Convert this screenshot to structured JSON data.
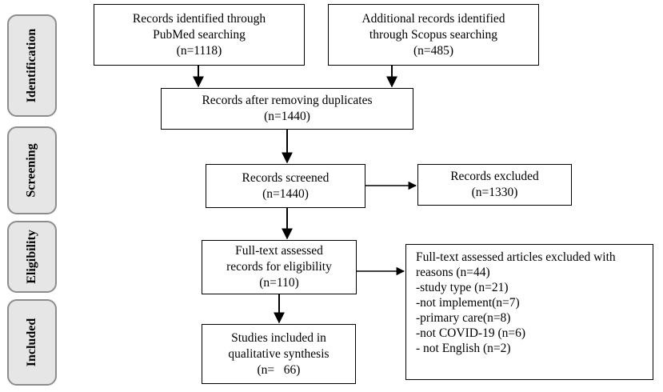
{
  "stages": {
    "identification": "Identification",
    "screening": "Screening",
    "eligibility": "Eligibility",
    "included": "Included"
  },
  "boxes": {
    "pubmed": {
      "line1": "Records identified through",
      "line2": "PubMed searching",
      "line3": "(n=1118)"
    },
    "scopus": {
      "line1": "Additional records identified",
      "line2": "through Scopus searching",
      "line3": "(n=485)"
    },
    "duplicates": {
      "line1": "Records after removing duplicates",
      "line2": "(n=1440)"
    },
    "screened": {
      "line1": "Records screened",
      "line2": "(n=1440)"
    },
    "excluded": {
      "line1": "Records excluded",
      "line2": "(n=1330)"
    },
    "fulltext": {
      "line1": "Full-text assessed",
      "line2": "records for eligibility",
      "line3": "(n=110)"
    },
    "fulltext_excluded": {
      "line1": "Full-text assessed articles excluded with",
      "line2": "reasons (n=44)",
      "reasons": [
        "-study type (n=21)",
        "-not implement(n=7)",
        "-primary care(n=8)",
        "-not COVID-19 (n=6)",
        "- not English (n=2)"
      ]
    },
    "included": {
      "line1": "Studies included in",
      "line2": "qualitative synthesis",
      "line3": "(n=   66)"
    }
  }
}
